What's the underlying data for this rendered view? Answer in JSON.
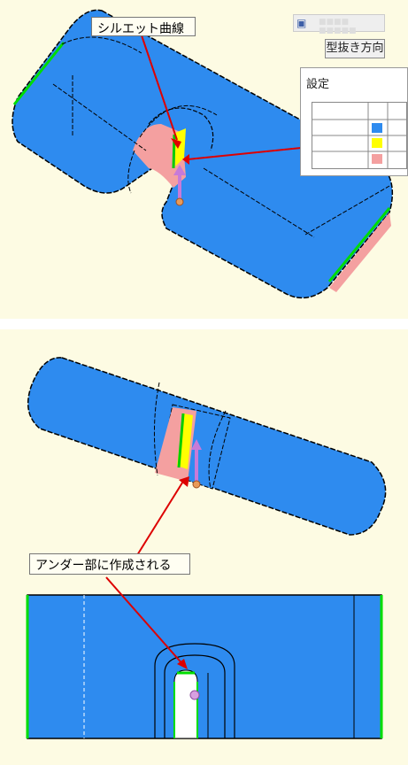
{
  "callouts": {
    "silhouette_curve": "シルエット曲線",
    "undercut_created": "アンダー部に作成される"
  },
  "toolbar": {
    "icon": "car-icon",
    "label": "■■■■ ■■■■■"
  },
  "direction_button": {
    "label": "型抜き方向"
  },
  "settings_dialog": {
    "title": "設定",
    "color_swatches": [
      "#2e8bef",
      "#ffff00",
      "#f4a0a0"
    ]
  },
  "colors": {
    "background": "#fdfbe3",
    "face": "#2e8bef",
    "undercut": "#f4a0a0",
    "silhouette": "#ffff00",
    "edge_highlight": "#00ff00",
    "arrow": "#dd0000",
    "direction_vector": "#c77ad8"
  }
}
